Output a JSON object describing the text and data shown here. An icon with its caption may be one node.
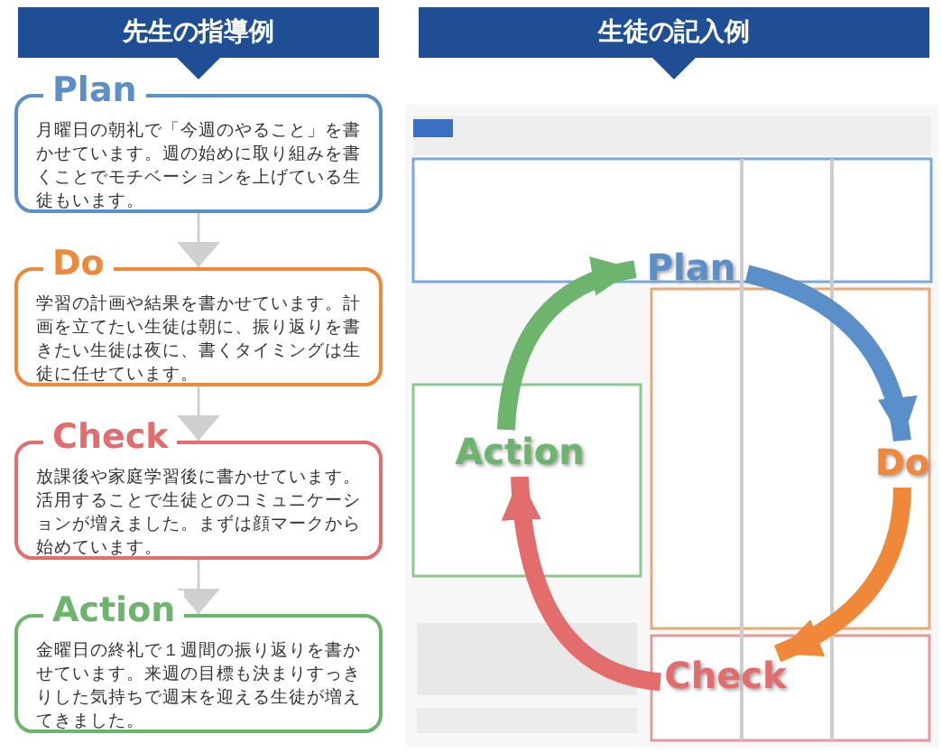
{
  "diagram": {
    "nodes": [
      {
        "text": [
          "先生の指導例"
        ]
      },
      {
        "text": [
          "Plan",
          "月曜日の朝礼で「今週のやること」を書かせています。週の始めに取り組みを書くことでモチベーションを上げている生徒もいます。"
        ]
      },
      {
        "text": [
          "Do",
          "学習の計画や結果を書かせています。計画を立てたい生徒は朝に、振り返りを書きたい生徒は夜に、書くタイミングは生徒に任せています。"
        ]
      },
      {
        "text": [
          "Check",
          "放課後や家庭学習後に書かせています。活用することで生徒とのコミュニケーションが増えました。まずは顔マークから始めています。"
        ]
      },
      {
        "text": [
          "Action",
          "金曜日の終礼で１週間の振り返りを書かせています。来週の目標も決まりすっきりした気持ちで週末を迎える生徒が増えてきました。"
        ]
      },
      {
        "text": [
          "生徒の記入例"
        ]
      },
      {
        "text": [
          "Plan"
        ]
      },
      {
        "text": [
          "Do"
        ]
      },
      {
        "text": [
          "Check"
        ]
      },
      {
        "text": [
          "Action"
        ]
      }
    ],
    "edges": [
      {
        "from": 1,
        "to": 2,
        "arrow": "to"
      },
      {
        "from": 2,
        "to": 3,
        "arrow": "to"
      },
      {
        "from": 3,
        "to": 4,
        "arrow": "to"
      },
      {
        "from": 6,
        "to": 7,
        "arrow": "to",
        "color": "#5b8fc9"
      },
      {
        "from": 7,
        "to": 8,
        "arrow": "to",
        "color": "#f0883a"
      },
      {
        "from": 8,
        "to": 9,
        "arrow": "to",
        "color": "#e36c6c"
      },
      {
        "from": 9,
        "to": 6,
        "arrow": "to",
        "color": "#6db56d"
      }
    ]
  }
}
